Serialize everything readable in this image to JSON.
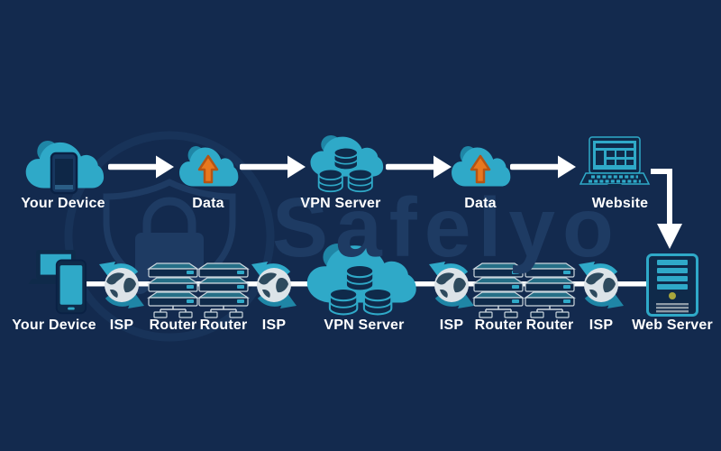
{
  "title": "VPN connection flow diagram",
  "watermark": {
    "text": "Safelyo",
    "icon": "shield-lock-icon"
  },
  "top_row": {
    "nodes": [
      {
        "label": "Your Device",
        "icon": "cloud-smartphone-icon"
      },
      {
        "label": "Data",
        "icon": "cloud-upload-data-icon"
      },
      {
        "label": "VPN Server",
        "icon": "cloud-database-icon"
      },
      {
        "label": "Data",
        "icon": "cloud-upload-data-icon"
      },
      {
        "label": "Website",
        "icon": "website-laptop-icon"
      }
    ],
    "connector_icons": [
      "right-arrow-icon",
      "right-arrow-icon",
      "right-arrow-icon",
      "right-arrow-icon",
      "elbow-down-arrow-icon"
    ]
  },
  "bottom_row": {
    "nodes": [
      {
        "label": "Your Device",
        "icon": "laptop-smartphone-icon"
      },
      {
        "label": "ISP",
        "icon": "globe-sync-icon"
      },
      {
        "label": "Router",
        "icon": "router-stack-icon"
      },
      {
        "label": "Router",
        "icon": "router-stack-icon"
      },
      {
        "label": "ISP",
        "icon": "globe-sync-icon"
      },
      {
        "label": "VPN Server",
        "icon": "cloud-database-icon"
      },
      {
        "label": "ISP",
        "icon": "globe-sync-icon"
      },
      {
        "label": "Router",
        "icon": "router-stack-icon"
      },
      {
        "label": "Router",
        "icon": "router-stack-icon"
      },
      {
        "label": "ISP",
        "icon": "globe-sync-icon"
      },
      {
        "label": "Web Server",
        "icon": "server-tower-icon"
      }
    ],
    "connector_icon": "network-line"
  },
  "colors": {
    "background": "#132a4e",
    "accent_teal": "#2fa9c8",
    "accent_teal_dark": "#1f86a6",
    "icon_navy": "#0f2a4a",
    "orange": "#e8781f",
    "orange_dark": "#b55413",
    "watermark": "#1e3b63",
    "globe_light": "#dce3e8",
    "pale_outline": "#ccd6de",
    "led_yellow": "#a8a63c",
    "label_text": "#ffffff"
  }
}
